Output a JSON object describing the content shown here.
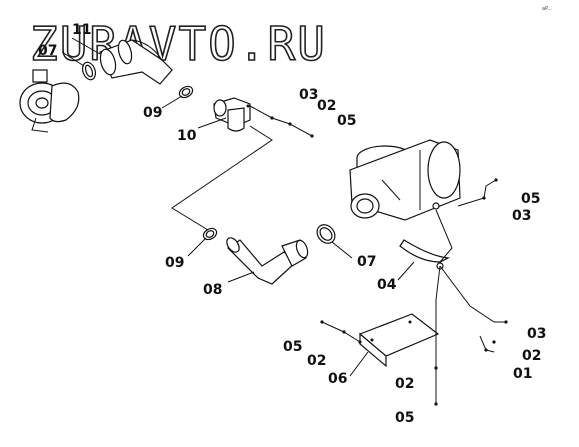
{
  "watermark": "ZURAVTO.RU",
  "corner_mark": "aP...",
  "labels": {
    "l11": "11",
    "l07a": "07",
    "l09a": "09",
    "l10": "10",
    "l03a": "03",
    "l02a": "02",
    "l05a": "05",
    "l05b": "05",
    "l03b": "03",
    "l09b": "09",
    "l08": "08",
    "l07b": "07",
    "l04": "04",
    "l05c": "05",
    "l02b": "02",
    "l06": "06",
    "l03c": "03",
    "l02c": "02",
    "l01": "01",
    "l02d": "02",
    "l05d": "05"
  }
}
